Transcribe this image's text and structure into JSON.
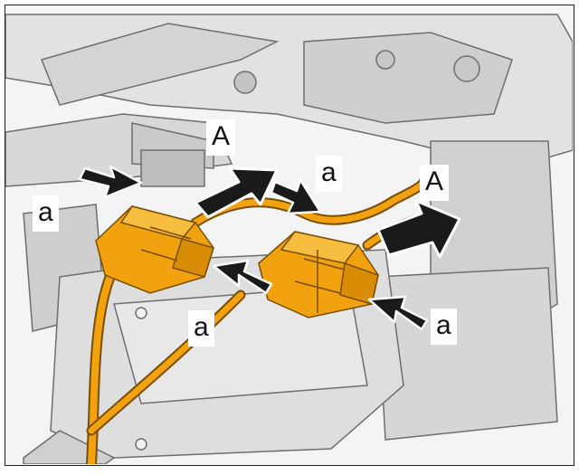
{
  "labels": {
    "a_left": "a",
    "A_top": "A",
    "a_top": "a",
    "A_right": "A",
    "a_bottom_center": "a",
    "a_bottom_right": "a"
  },
  "colors": {
    "background": "#f4f4f4",
    "metal_light": "#dcdcdc",
    "metal_mid": "#bdbdbd",
    "metal_outline": "#6e6e6e",
    "harness_orange": "#f2a20e",
    "harness_outline": "#7a4e00",
    "arrow_fill": "#1a1a1a",
    "label_bg": "#ffffff"
  },
  "icons": {
    "arrow_small": "arrow-icon",
    "arrow_large": "large-arrow-icon"
  }
}
